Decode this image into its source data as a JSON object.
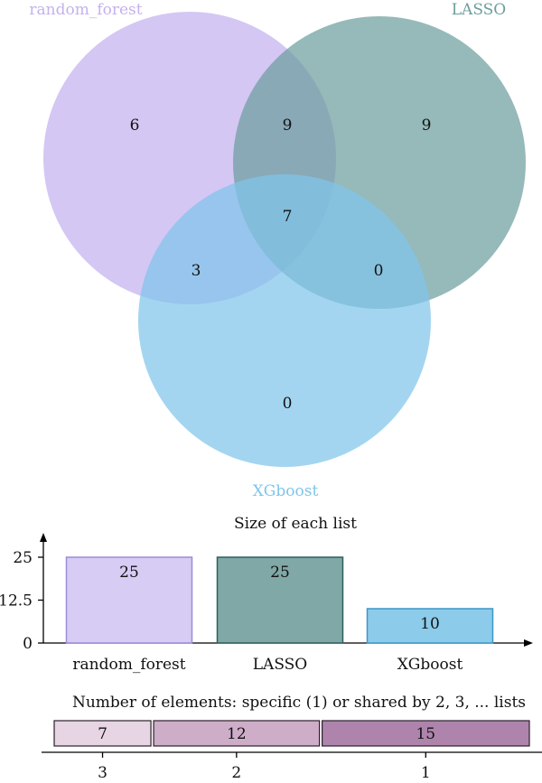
{
  "chart_data": [
    {
      "type": "venn",
      "sets": [
        {
          "name": "random_forest",
          "color": "#c4b2ee"
        },
        {
          "name": "LASSO",
          "color": "#6d9e9e"
        },
        {
          "name": "XGboost",
          "color": "#7fc5ea"
        }
      ],
      "regions": {
        "random_forest_only": 6,
        "LASSO_only": 9,
        "XGboost_only": 0,
        "random_forest_LASSO": 9,
        "random_forest_XGboost": 3,
        "LASSO_XGboost": 0,
        "all_three": 7
      }
    },
    {
      "type": "bar",
      "title": "Size of each list",
      "categories": [
        "random_forest",
        "LASSO",
        "XGboost"
      ],
      "values": [
        25,
        25,
        10
      ],
      "ylim": [
        0,
        25
      ],
      "yticks": [
        "0",
        "12.5",
        "25"
      ],
      "colors": [
        "#d6ccf4",
        "#7fa8a6",
        "#8ccbea"
      ],
      "edge_colors": [
        "#9c8bd8",
        "#2f5f5d",
        "#3b98c8"
      ]
    },
    {
      "type": "stacked_bar",
      "title": "Number of elements: specific (1) or shared by 2, 3, ... lists",
      "segments": [
        {
          "label": "3",
          "value": 7,
          "color": "#e7d5e4"
        },
        {
          "label": "2",
          "value": 12,
          "color": "#ceadc9"
        },
        {
          "label": "1",
          "value": 15,
          "color": "#ae84ad"
        }
      ]
    }
  ]
}
